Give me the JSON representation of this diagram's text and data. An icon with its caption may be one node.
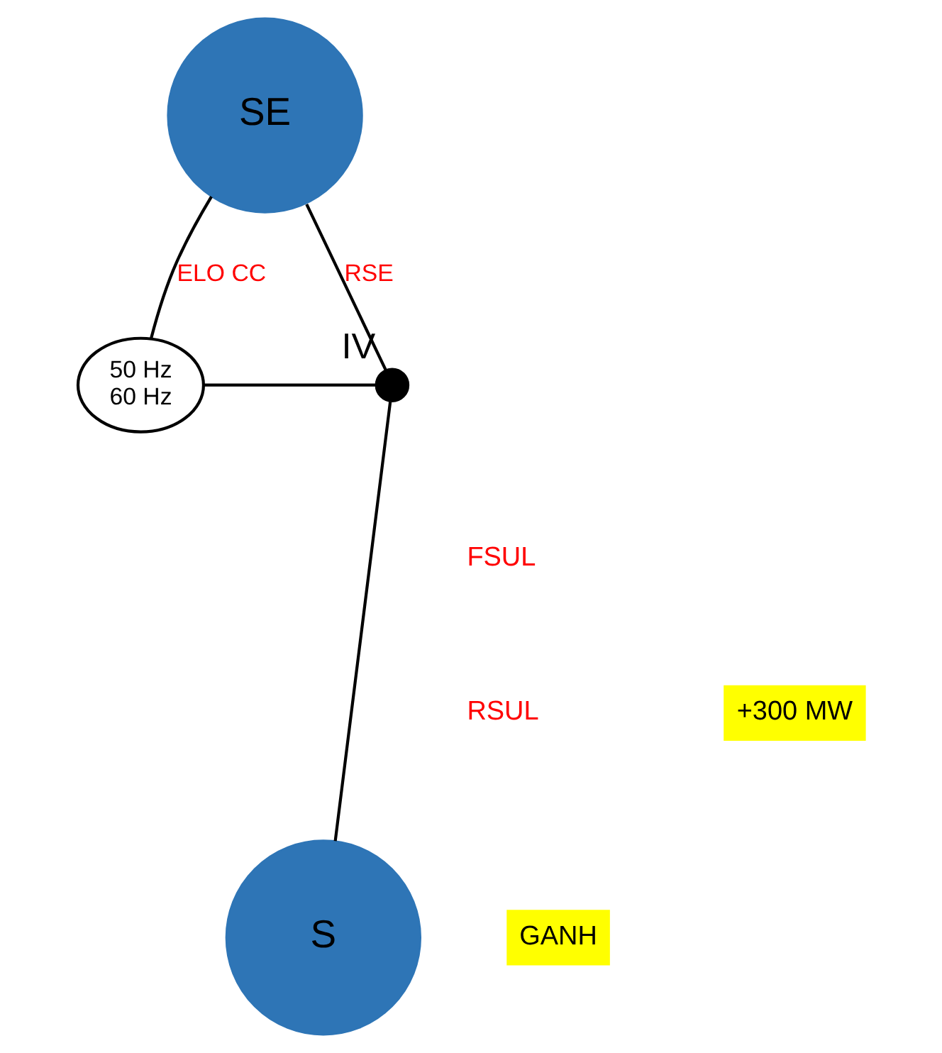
{
  "diagram": {
    "nodes": [
      {
        "text": [
          "SE"
        ]
      },
      {
        "text": [],
        "shape": "circle",
        "beside": [
          "IV"
        ]
      },
      {
        "text": [
          "50 Hz",
          "60 Hz"
        ]
      },
      {
        "text": [
          "S"
        ]
      },
      {
        "text": [
          "+300 MW"
        ]
      },
      {
        "text": [
          "GANH"
        ]
      }
    ],
    "edges": [
      {
        "from": 0,
        "to": 2,
        "arrow": "none",
        "label": "ELO CC"
      },
      {
        "from": 0,
        "to": 1,
        "arrow": "none",
        "label": "RSE"
      },
      {
        "from": 2,
        "to": 1,
        "arrow": "none"
      },
      {
        "from": 1,
        "to": 3,
        "arrow": "none"
      }
    ],
    "labels": [
      "FSUL",
      "RSUL"
    ]
  }
}
